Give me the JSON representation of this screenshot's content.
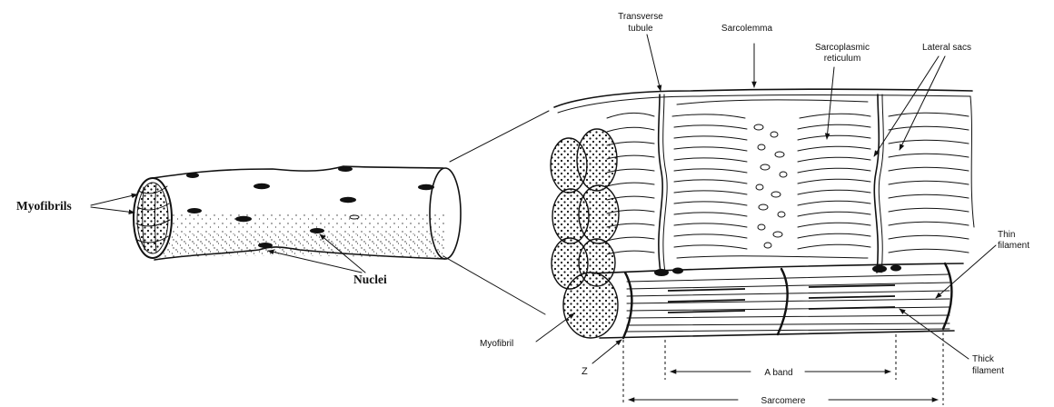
{
  "labels": {
    "myofibrils": "Myofibrils",
    "nuclei": "Nuclei",
    "transverse_tubule": [
      "Transverse",
      "tubule"
    ],
    "sarcolemma": "Sarcolemma",
    "sarcoplasmic_reticulum": [
      "Sarcoplasmic",
      "reticulum"
    ],
    "lateral_sacs": "Lateral sacs",
    "thin_filament": [
      "Thin",
      "filament"
    ],
    "myofibril": "Myofibril",
    "thick_filament": [
      "Thick",
      "filament"
    ],
    "z": "Z",
    "a_band": "A band",
    "sarcomere": "Sarcomere"
  },
  "colors": {
    "ink": "#111111",
    "background": "#ffffff"
  }
}
